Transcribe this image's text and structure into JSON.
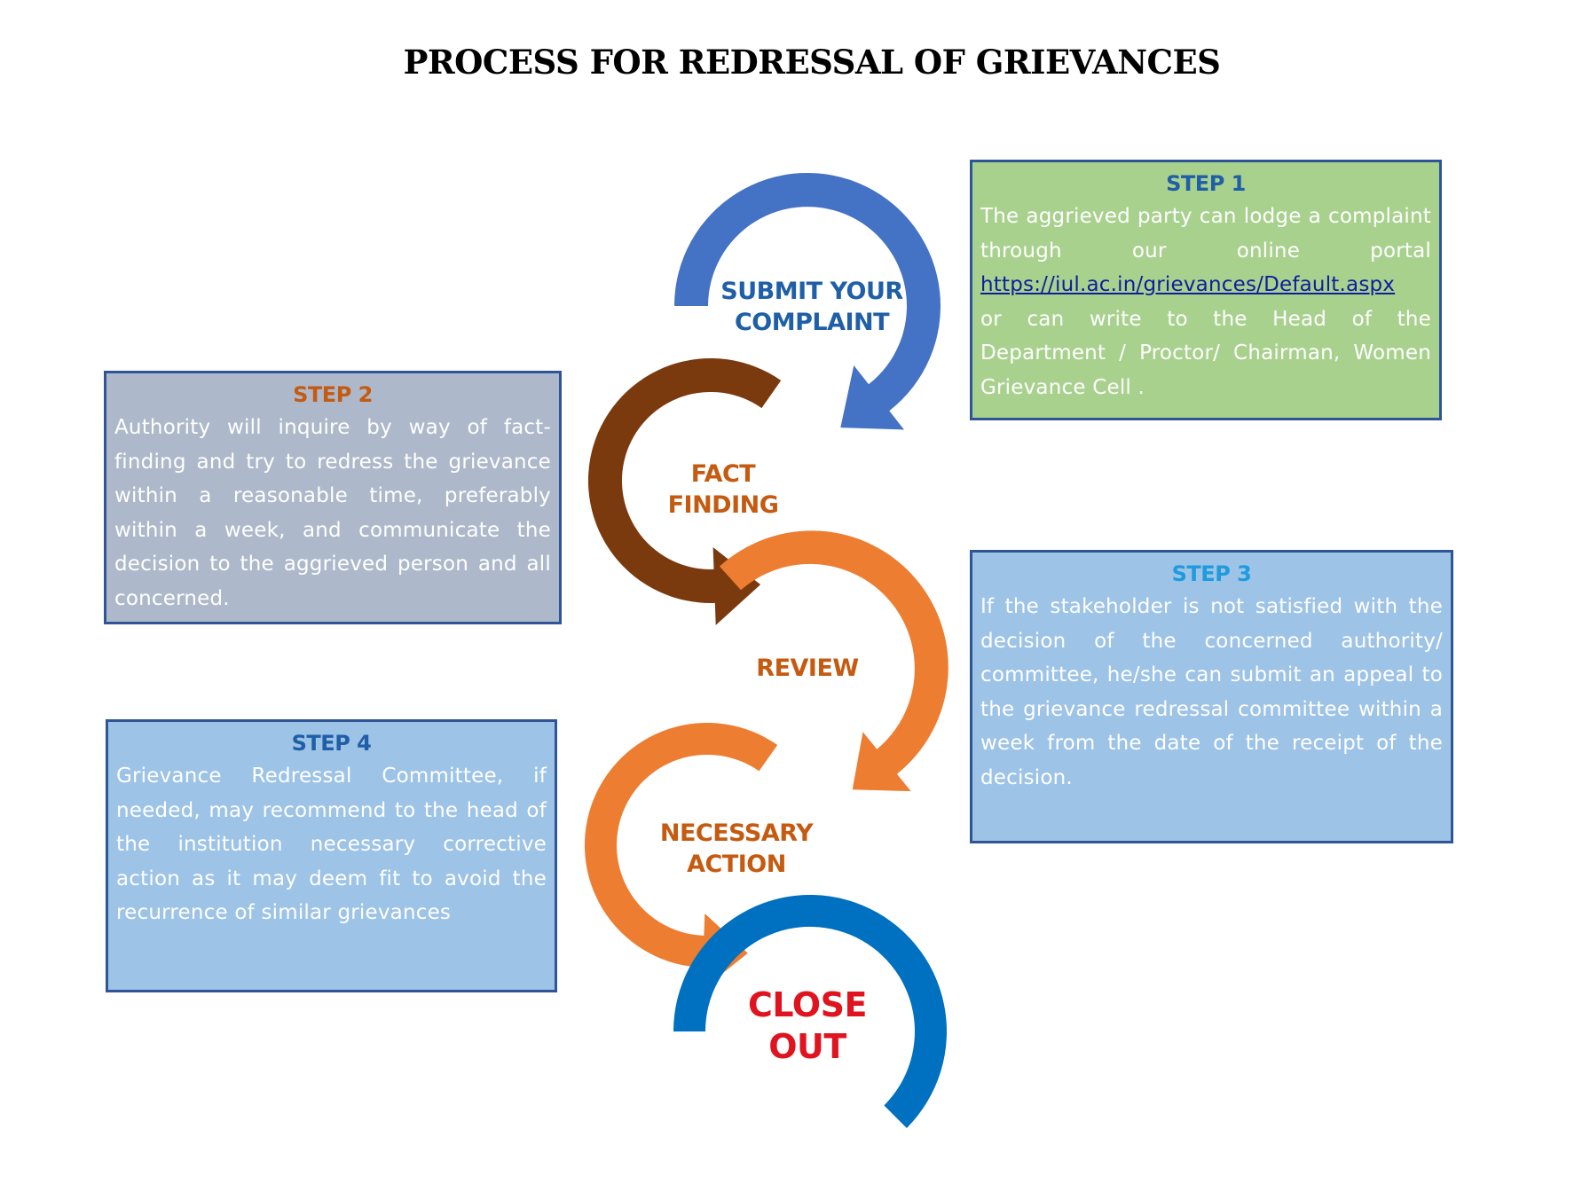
{
  "title": "PROCESS FOR REDRESSAL OF GRIEVANCES",
  "colors": {
    "submit_arrow": "#4472c4",
    "fact_arrow": "#7b3a0e",
    "review_arrow": "#ed7d31",
    "action_arrow": "#ed7d31",
    "close_ring": "#0070c0",
    "box_border": "#2f5597",
    "step1_fill": "#a9d18e",
    "step2_fill": "#adb9ca",
    "step3_fill": "#9dc3e6",
    "step4_fill": "#9dc3e6"
  },
  "stages": {
    "submit": {
      "line1": "SUBMIT YOUR",
      "line2": "COMPLAINT",
      "color": "#1f5fa8"
    },
    "fact": {
      "line1": "FACT",
      "line2": "FINDING",
      "color": "#c55a11"
    },
    "review": {
      "line1": "REVIEW",
      "color": "#c55a11"
    },
    "action": {
      "line1": "NECESSARY",
      "line2": "ACTION",
      "color": "#c55a11"
    },
    "close": {
      "line1": "CLOSE",
      "line2": "OUT",
      "color": "#e0141e"
    }
  },
  "steps": {
    "step1": {
      "title": "STEP 1",
      "title_color": "#1f5fa8",
      "text_before": "The aggrieved party can lodge a complaint through our online portal ",
      "link": "https://iul.ac.in/grievances/Default.aspx",
      "text_after": "    or can write to the Head of the Department / Proctor/ Chairman, Women Grievance Cell ."
    },
    "step2": {
      "title": "STEP 2",
      "title_color": "#c55a11",
      "text": "Authority will inquire by way of fact-finding and try to redress the grievance within a reasonable time, preferably within a week, and communicate the decision to the aggrieved person and all concerned."
    },
    "step3": {
      "title": "STEP 3",
      "title_color": "#1f9bde",
      "text": "If the stakeholder is not satisfied with the decision of the concerned authority/ committee, he/she can submit an appeal to the grievance redressal committee within a week from the date of the receipt of the decision."
    },
    "step4": {
      "title": "STEP 4",
      "title_color": "#1f5fa8",
      "text": "Grievance Redressal Committee, if needed, may recommend to the head of the institution necessary corrective action as it may deem fit to avoid the recurrence of similar grievances"
    }
  }
}
